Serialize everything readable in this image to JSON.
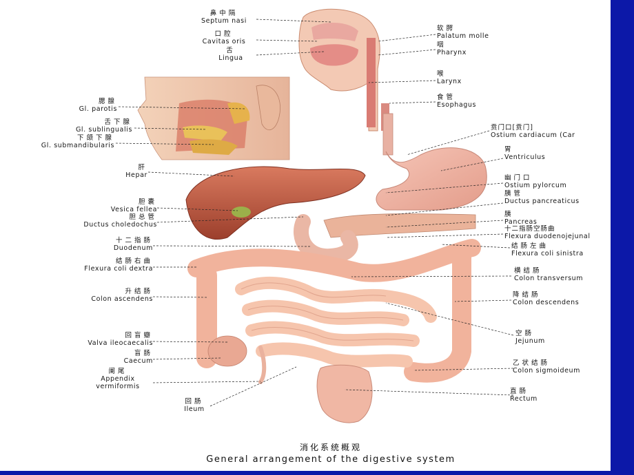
{
  "labels": {
    "septum_nasi": {
      "zh": "鼻中隔",
      "la": "Septum nasi"
    },
    "cavitas_oris": {
      "zh": "口腔",
      "la": "Cavitas oris"
    },
    "lingua": {
      "zh": "舌",
      "la": "Lingua"
    },
    "palatum_molle": {
      "zh": "软腭",
      "la": "Palatum molle"
    },
    "pharynx": {
      "zh": "咽",
      "la": "Pharynx"
    },
    "larynx": {
      "zh": "喉",
      "la": "Larynx"
    },
    "esophagus": {
      "zh": "食管",
      "la": "Esophagus"
    },
    "parotis": {
      "zh": "腮腺",
      "la": "Gl. parotis"
    },
    "sublingualis": {
      "zh": "舌下腺",
      "la": "Gl. sublingualis"
    },
    "submandibularis": {
      "zh": "下颌下腺",
      "la": "Gl. submandibularis"
    },
    "ostium_cardiacum": {
      "zh": "贲门口[贲门]",
      "la": "Ostium cardiacum (Car"
    },
    "ventriculus": {
      "zh": "胃",
      "la": "Ventriculus"
    },
    "hepar": {
      "zh": "肝",
      "la": "Hepar"
    },
    "ostium_pyloricum": {
      "zh": "幽门口",
      "la": "Ostium pylorcum"
    },
    "ductus_pancreaticus": {
      "zh": "胰管",
      "la": "Ductus pancreaticus"
    },
    "vesica_fellea": {
      "zh": "胆囊",
      "la": "Vesica fellea"
    },
    "pancreas": {
      "zh": "胰",
      "la": "Pancreas"
    },
    "ductus_choledochus": {
      "zh": "胆总管",
      "la": "Ductus choledochus"
    },
    "flexura_duodenojejunalis": {
      "zh": "十二指肠空肠曲",
      "la": "Flexura duodenojejunal"
    },
    "duodenum": {
      "zh": "十二指肠",
      "la": "Duodenum"
    },
    "flexura_coli_sinistra": {
      "zh": "结肠左曲",
      "la": "Flexura coli sinistra"
    },
    "flexura_coli_dextra": {
      "zh": "结肠右曲",
      "la": "Flexura coli dextra"
    },
    "colon_transversum": {
      "zh": "横结肠",
      "la": "Colon transversum"
    },
    "colon_ascendens": {
      "zh": "升结肠",
      "la": "Colon ascendens"
    },
    "colon_descendens": {
      "zh": "降结肠",
      "la": "Colon descendens"
    },
    "jejunum": {
      "zh": "空肠",
      "la": "Jejunum"
    },
    "valva_ileocaecalis": {
      "zh": "回盲瓣",
      "la": "Valva ileocaecalis"
    },
    "caecum": {
      "zh": "盲肠",
      "la": "Caecum"
    },
    "colon_sigmoideum": {
      "zh": "乙状结肠",
      "la": "Colon sigmoideum"
    },
    "appendix": {
      "zh": "阑尾",
      "la": "Appendix",
      "la2": "vermiformis"
    },
    "rectum": {
      "zh": "直肠",
      "la": "Rectum"
    },
    "ileum": {
      "zh": "回肠",
      "la": "Ileum"
    }
  },
  "caption": {
    "zh": "消化系统概观",
    "en": "General arrangement of the digestive system"
  },
  "colors": {
    "background_bar": "#0c18a8",
    "organ_flesh": "#e8a79a",
    "liver": "#b2503b",
    "intestine": "#f2b9a2"
  }
}
